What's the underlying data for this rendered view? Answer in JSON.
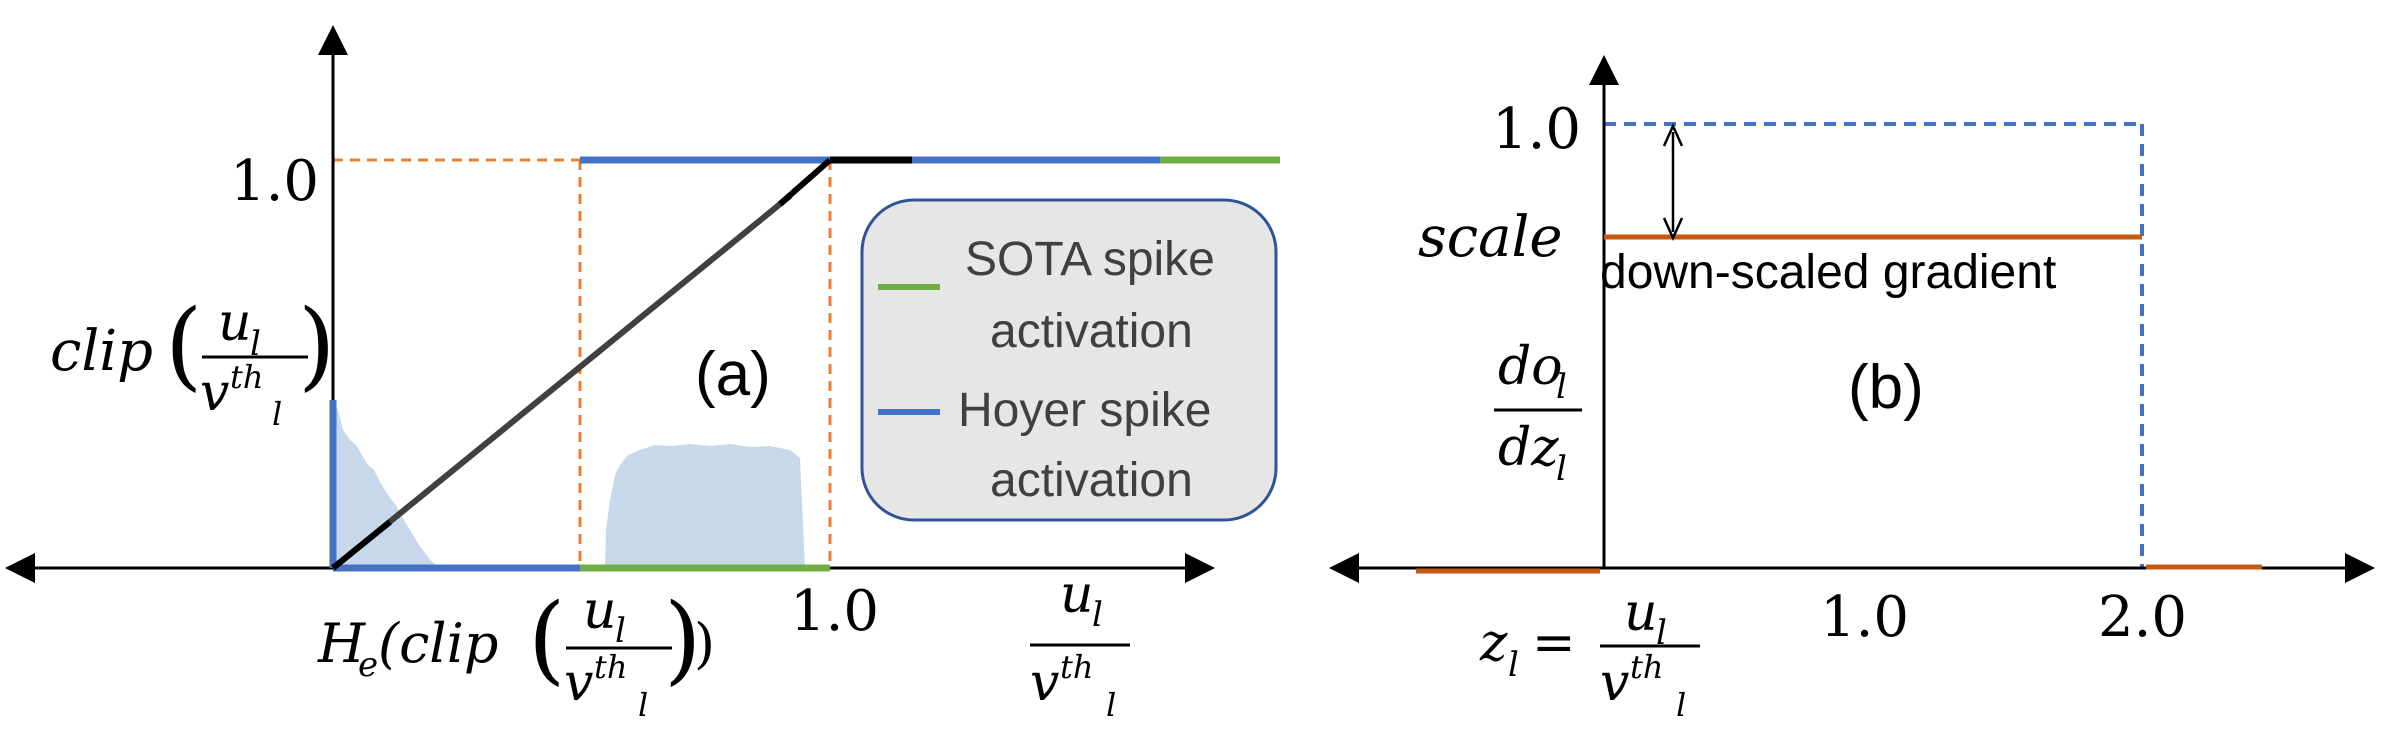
{
  "panel_a": {
    "label": "(a)",
    "y_tick": "1.0",
    "x_tick": "1.0",
    "y_label": {
      "func": "clip",
      "num": "u",
      "num_sub": "l",
      "den": "v",
      "den_sup": "th",
      "den_sub": "l"
    },
    "x_label": {
      "num": "u",
      "num_sub": "l",
      "den": "v",
      "den_sup": "th",
      "den_sub": "l"
    },
    "bottom_label": {
      "prefix": "H",
      "prefix_sub": "e",
      "func": "(clip",
      "num": "u",
      "num_sub": "l",
      "den": "v",
      "den_sup": "th",
      "den_sub": "l",
      "close": ")"
    },
    "legend": {
      "items": [
        {
          "line1": "SOTA spike",
          "line2": "activation",
          "color": "#70ad47"
        },
        {
          "line1": "Hoyer spike",
          "line2": "activation",
          "color": "#4472c4"
        }
      ]
    }
  },
  "panel_b": {
    "label": "(b)",
    "y_tick": "1.0",
    "scale_label": "scale",
    "annotation": "down-scaled gradient",
    "x_tick_1": "1.0",
    "x_tick_2": "2.0",
    "y_label": {
      "num": "do",
      "num_sub": "l",
      "den": "dz",
      "den_sub": "l"
    },
    "x_label": {
      "lhs": "z",
      "lhs_sub": "l",
      "eq": "=",
      "num": "u",
      "num_sub": "l",
      "den": "v",
      "den_sup": "th",
      "den_sub": "l"
    }
  },
  "colors": {
    "orange": "#ed7d31",
    "blue": "#4472c4",
    "green": "#70ad47",
    "hist": "#c7d8ea",
    "legend_bg": "#e6e6e6",
    "legend_border": "#2f5597",
    "black": "#000000",
    "dark_gray": "#404040"
  }
}
